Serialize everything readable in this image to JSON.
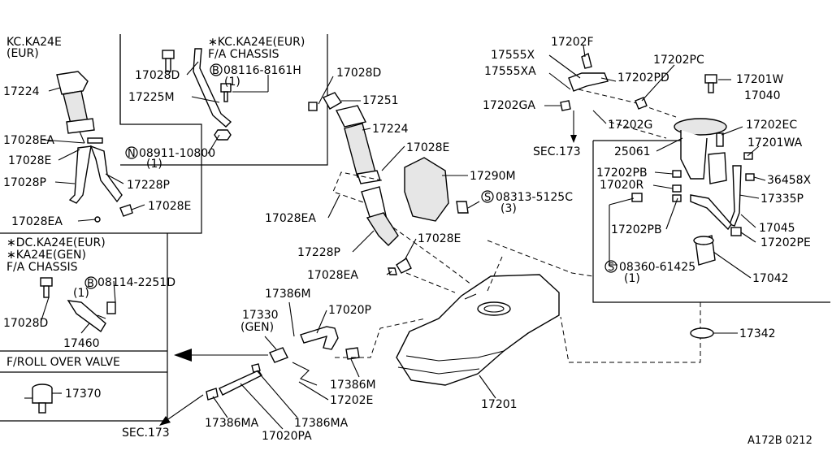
{
  "panels": {
    "kc_eur": {
      "title1": "KC.KA24E",
      "title2": "(EUR)"
    },
    "kc_fa": {
      "title1": "∗KC.KA24E(EUR)",
      "title2": "F/A CHASSIS"
    },
    "dc_gen": {
      "title1": "∗DC.KA24E(EUR)",
      "title2": "∗KA24E(GEN)",
      "title3": "F/A CHASSIS"
    },
    "rollover": {
      "title": "F/ROLL OVER VALVE"
    }
  },
  "callouts": {
    "c17224a": "17224",
    "c17028ea_a": "17028EA",
    "c17028e_a": "17028E",
    "c17028p": "17028P",
    "c17228p_a": "17228P",
    "c17028e_b": "17028E",
    "c17028ea_b": "17028EA",
    "c17028d_a": "17028D",
    "b08116": "08116-8161H",
    "b08116q": "(1)",
    "c17225m": "17225M",
    "n08911": "08911-10800",
    "n08911q": "(1)",
    "c17028d_b": "17028D",
    "c17251": "17251",
    "c17224b": "17224",
    "c17028e_c": "17028E",
    "c17290m": "17290M",
    "s08313": "08313-5125C",
    "s08313q": "(3)",
    "c17028ea_c": "17028EA",
    "c17228p_b": "17228P",
    "c17028e_d": "17028E",
    "c17028ea_d": "17028EA",
    "b08114": "08114-2251D",
    "b08114q": "(1)",
    "c17028d_c": "17028D",
    "c17460": "17460",
    "c17386m_a": "17386M",
    "c17330": "17330",
    "c17330g": "(GEN)",
    "c17020p": "17020P",
    "c17386m_b": "17386M",
    "c17202e": "17202E",
    "c17370": "17370",
    "c17386ma_a": "17386MA",
    "c17386ma_b": "17386MA",
    "c17020pa": "17020PA",
    "sec173_a": "SEC.173",
    "c17201": "17201",
    "c17202f": "17202F",
    "c17555x": "17555X",
    "c17555xa": "17555XA",
    "c17202pc": "17202PC",
    "c17201w": "17201W",
    "c17202pd": "17202PD",
    "c17040": "17040",
    "c17202ga": "17202GA",
    "c17202g": "17202G",
    "c17202ec": "17202EC",
    "sec173_b": "SEC.173",
    "c25061": "25061",
    "c17201wa": "17201WA",
    "c17202pb_a": "17202PB",
    "c36458x": "36458X",
    "c17020r": "17020R",
    "c17335p": "17335P",
    "c17202pb_b": "17202PB",
    "c17045": "17045",
    "c17202pe": "17202PE",
    "s08360": "08360-61425",
    "s08360q": "(1)",
    "c17042": "17042",
    "c17342": "17342"
  },
  "symbols": {
    "bolt_b": "B",
    "nut_n": "N",
    "screw_s": "S"
  },
  "footer": {
    "code": "A172B 0212"
  }
}
